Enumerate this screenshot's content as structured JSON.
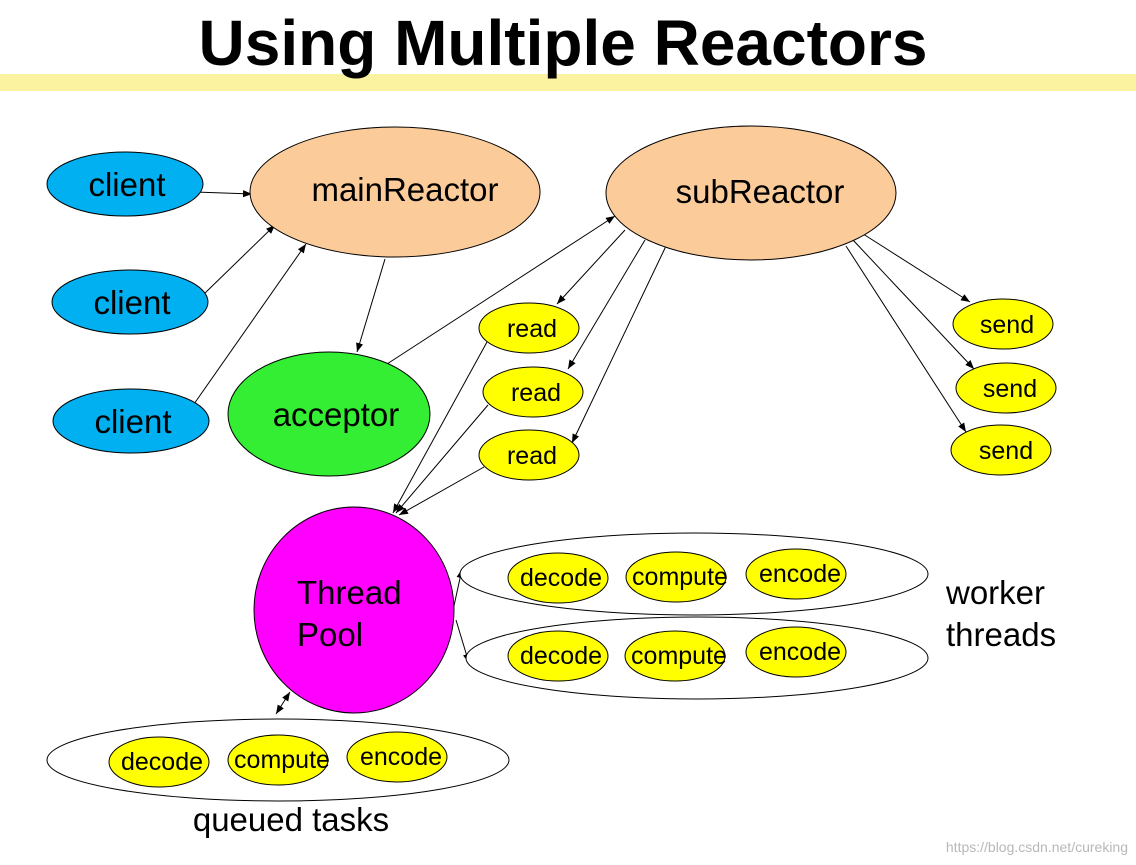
{
  "title": "Using Multiple Reactors",
  "colors": {
    "title_bar": "#fcf3a0",
    "client": "#00b0f0",
    "reactor": "#fccb9a",
    "acceptor": "#33ee33",
    "task": "#ffff00",
    "thread_pool": "#ff00ff"
  },
  "nodes": {
    "client_1": "client",
    "client_2": "client",
    "client_3": "client",
    "main_reactor": "mainReactor",
    "sub_reactor": "subReactor",
    "acceptor": "acceptor",
    "read_1": "read",
    "read_2": "read",
    "read_3": "read",
    "send_1": "send",
    "send_2": "send",
    "send_3": "send",
    "thread_pool_line1": "Thread",
    "thread_pool_line2": "Pool"
  },
  "worker_threads": {
    "label_line1": "worker",
    "label_line2": "threads",
    "rows": [
      {
        "decode": "decode",
        "compute": "compute",
        "encode": "encode"
      },
      {
        "decode": "decode",
        "compute": "compute",
        "encode": "encode"
      }
    ]
  },
  "queued_tasks": {
    "label": "queued tasks",
    "row": {
      "decode": "decode",
      "compute": "compute",
      "encode": "encode"
    }
  },
  "watermark": "https://blog.csdn.net/cureking"
}
